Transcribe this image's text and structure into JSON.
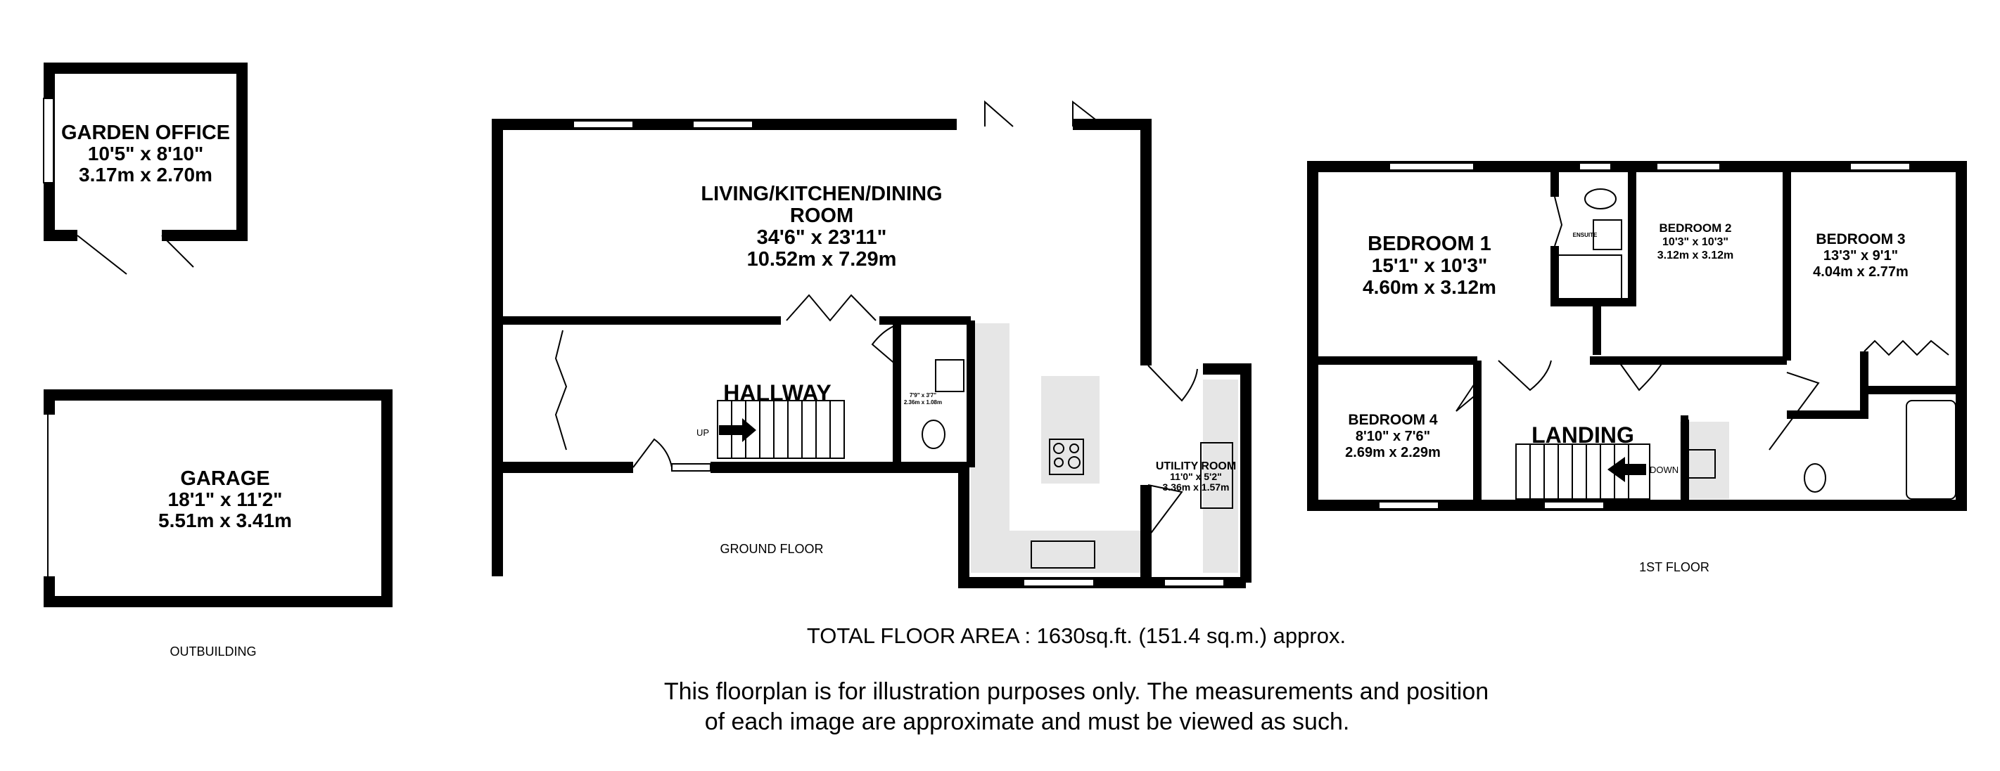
{
  "outbuilding": {
    "label": "OUTBUILDING",
    "garden_office": {
      "name": "GARDEN OFFICE",
      "imperial": "10'5\"  x 8'10\"",
      "metric": "3.17m  x 2.70m"
    },
    "garage": {
      "name": "GARAGE",
      "imperial": "18'1\"  x 11'2\"",
      "metric": "5.51m  x 3.41m"
    }
  },
  "ground_floor": {
    "label": "GROUND FLOOR",
    "living": {
      "name_line1": "LIVING/KITCHEN/DINING",
      "name_line2": "ROOM",
      "imperial": "34'6\"  x 23'11\"",
      "metric": "10.52m  x 7.29m"
    },
    "hallway": {
      "name": "HALLWAY"
    },
    "stairs_up": "UP",
    "wc": {
      "imperial": "7'9\"  x 3'7\"",
      "metric": "2.36m  x 1.08m"
    },
    "utility": {
      "name": "UTILITY ROOM",
      "imperial": "11'0\"  x 5'2\"",
      "metric": "3.36m  x 1.57m"
    }
  },
  "first_floor": {
    "label": "1ST FLOOR",
    "bedroom1": {
      "name": "BEDROOM 1",
      "imperial": "15'1\"  x 10'3\"",
      "metric": "4.60m  x 3.12m"
    },
    "ensuite": {
      "name": "ENSUITE"
    },
    "bedroom2": {
      "name": "BEDROOM 2",
      "imperial": "10'3\"  x 10'3\"",
      "metric": "3.12m  x 3.12m"
    },
    "bedroom3": {
      "name": "BEDROOM 3",
      "imperial": "13'3\"  x 9'1\"",
      "metric": "4.04m  x 2.77m"
    },
    "bedroom4": {
      "name": "BEDROOM 4",
      "imperial": "8'10\"  x 7'6\"",
      "metric": "2.69m  x 2.29m"
    },
    "landing": {
      "name": "LANDING"
    },
    "stairs_down": "DOWN"
  },
  "footer": {
    "total_area": "TOTAL FLOOR AREA : 1630sq.ft. (151.4 sq.m.) approx.",
    "disclaimer_line1": "This floorplan is for illustration purposes only. The measurements and position",
    "disclaimer_line2": "of each image are approximate and must be viewed as such."
  }
}
